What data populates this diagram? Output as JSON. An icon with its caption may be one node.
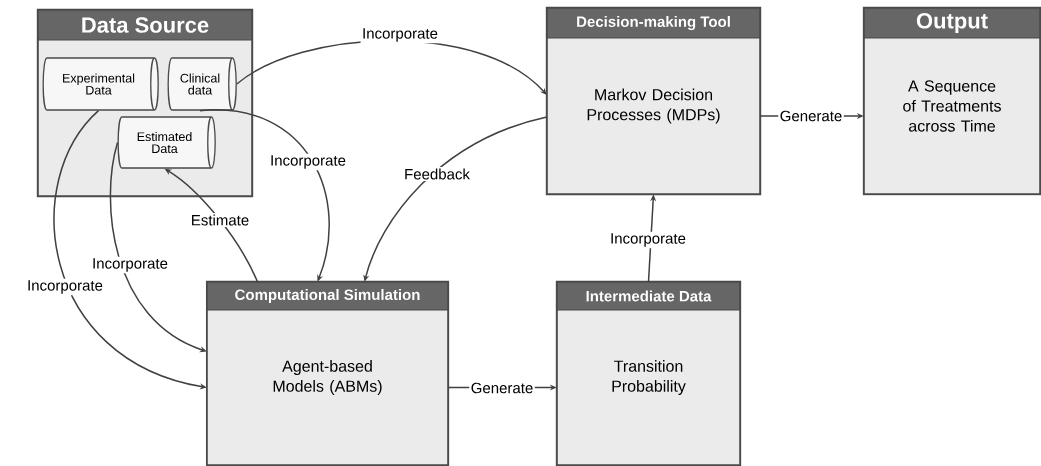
{
  "diagram": {
    "nodes": [
      {
        "text": [
          "Data Source"
        ]
      },
      {
        "text": [
          "Experimental Data"
        ],
        "in": 0
      },
      {
        "text": [
          "Clinical data"
        ],
        "in": 0
      },
      {
        "text": [
          "Estimated Data"
        ],
        "in": 0
      },
      {
        "text": [
          "Decision-making Tool",
          "Markov Decision Processes (MDPs)"
        ]
      },
      {
        "text": [
          "Output",
          "A Sequence of Treatments across Time"
        ]
      },
      {
        "text": [
          "Computational Simulation",
          "Agent-based Models (ABMs)"
        ]
      },
      {
        "text": [
          "Intermediate Data",
          "Transition Probability"
        ]
      }
    ],
    "edges": [
      {
        "from": 2,
        "to": 4,
        "arrow": "to",
        "label": "Incorporate"
      },
      {
        "from": 2,
        "to": 6,
        "arrow": "to",
        "label": "Incorporate"
      },
      {
        "from": 4,
        "to": 6,
        "arrow": "to",
        "label": "Feedback"
      },
      {
        "from": 6,
        "to": 3,
        "arrow": "to",
        "label": "Estimate"
      },
      {
        "from": 1,
        "to": 6,
        "arrow": "to",
        "label": "Incorporate"
      },
      {
        "from": 3,
        "to": 6,
        "arrow": "to",
        "label": "Incorporate"
      },
      {
        "from": 6,
        "to": 7,
        "arrow": "to",
        "label": "Generate"
      },
      {
        "from": 7,
        "to": 4,
        "arrow": "to",
        "label": "Incorporate"
      },
      {
        "from": 4,
        "to": 5,
        "arrow": "to",
        "label": "Generate"
      }
    ]
  }
}
